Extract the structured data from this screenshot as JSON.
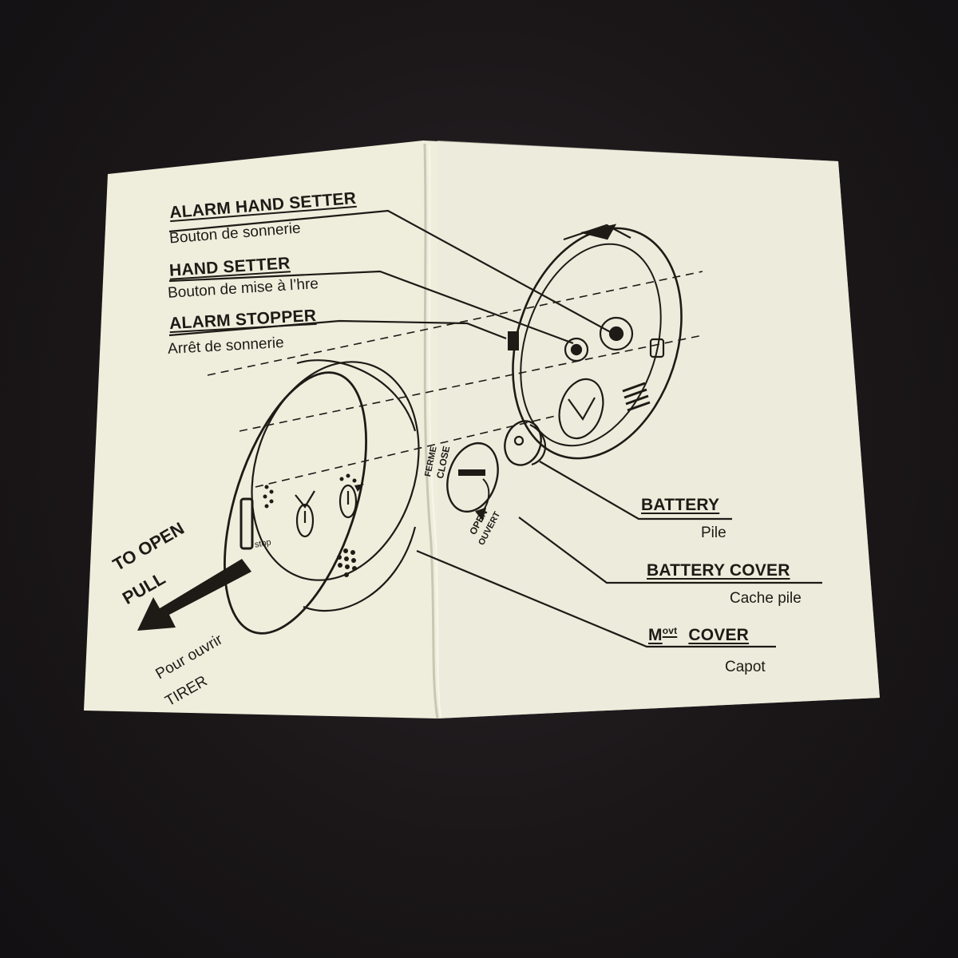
{
  "colors": {
    "background": "#1b1719",
    "paper": "#efeedd",
    "ink": "#1e1a16"
  },
  "labels": {
    "alarm_hand_setter": {
      "en": "ALARM HAND SETTER",
      "fr": "Bouton de sonnerie"
    },
    "hand_setter": {
      "en": "HAND SETTER",
      "fr": "Bouton de mise à l’hre"
    },
    "alarm_stopper": {
      "en": "ALARM STOPPER",
      "fr": "Arrêt de sonnerie"
    },
    "battery": {
      "en": "BATTERY",
      "fr": "Pile"
    },
    "battery_cover": {
      "en": "BATTERY COVER",
      "fr": "Cache pile"
    },
    "movt_cover": {
      "en_prefix": "M",
      "en_sup": "ovt",
      "en_suffix": "COVER",
      "fr": "Capot"
    }
  },
  "pull_instruction": {
    "en_line1": "TO OPEN",
    "en_line2": "PULL",
    "fr_line1": "Pour ouvrir",
    "fr_line2": "TIRER"
  },
  "cover_markings": {
    "ferme": "FERME",
    "close": "CLOSE",
    "open": "OPEN",
    "ouvert": "OUVERT"
  },
  "device_markings": {
    "stop": "stop"
  },
  "icons": [
    "pull-arrow-icon",
    "rotate-arrow-icon",
    "bell-icon",
    "speaker-grille-icon"
  ]
}
